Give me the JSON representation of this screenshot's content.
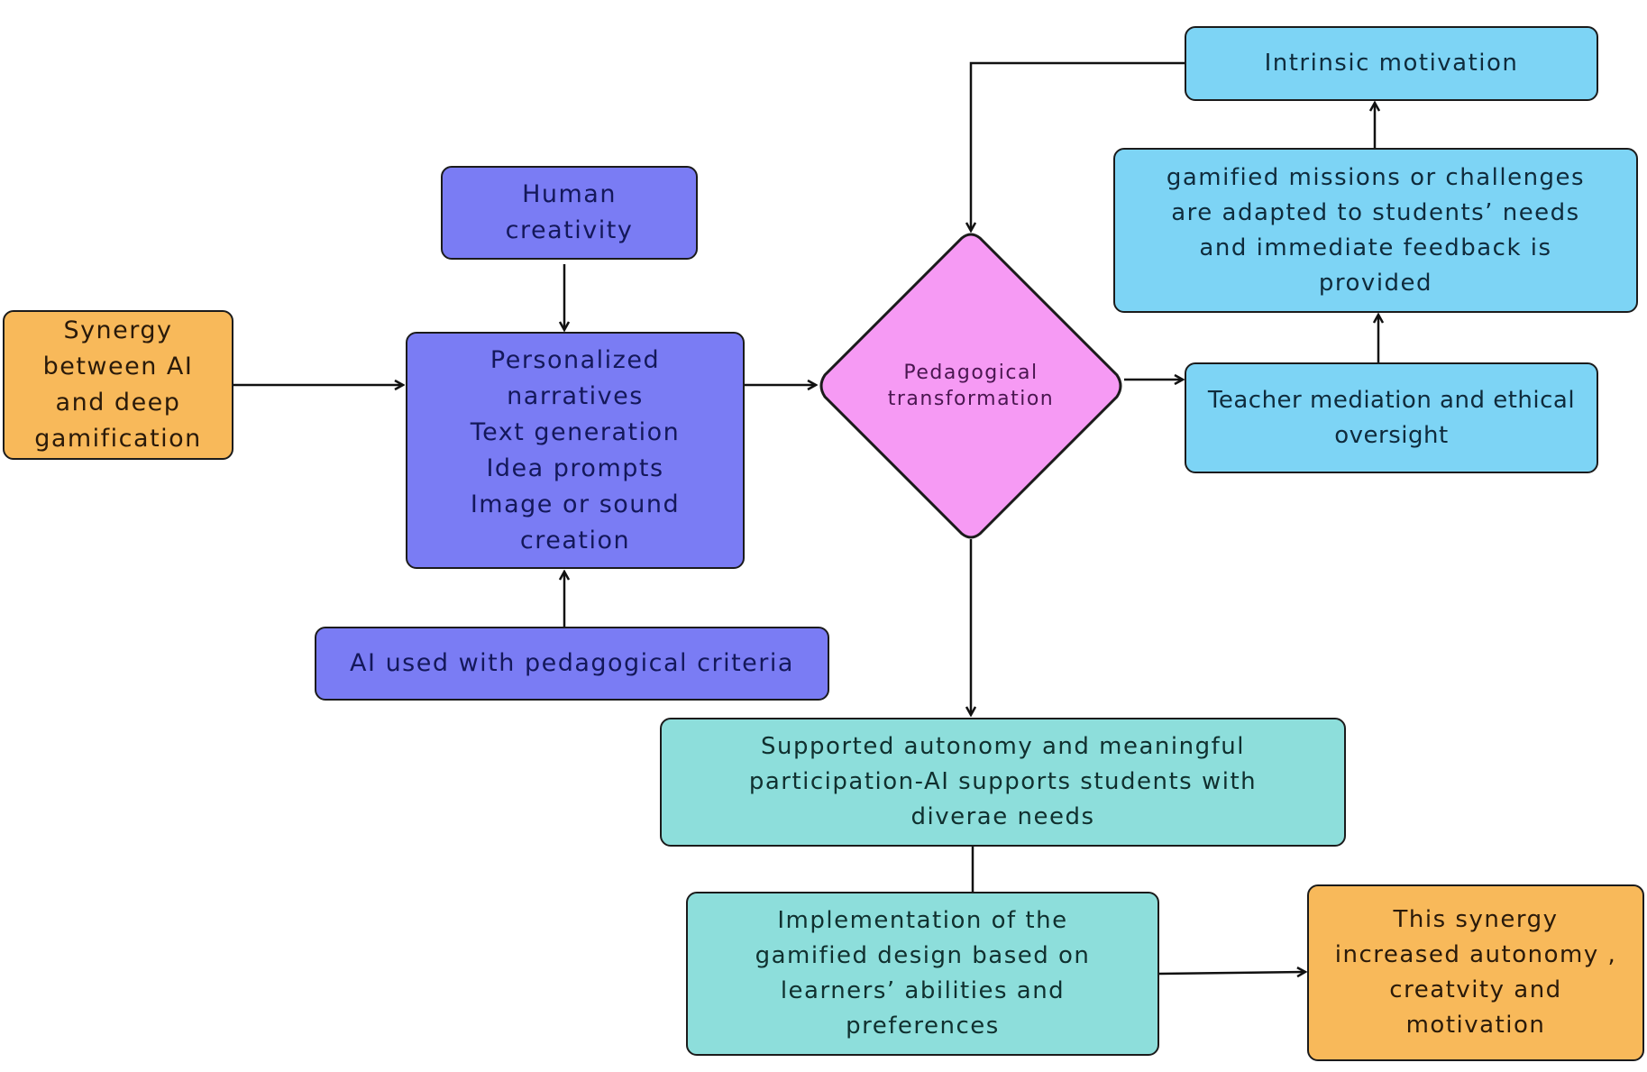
{
  "diagram": {
    "nodes": {
      "synergy_input": {
        "text": "Synergy\nbetween AI\nand deep\ngamification",
        "color": "#f8b95a"
      },
      "human_creativity": {
        "text": "Human\ncreativity",
        "color": "#7a7cf4"
      },
      "ai_outputs": {
        "text": "Personalized\nnarratives\nText generation\nIdea prompts\nImage or sound\ncreation",
        "color": "#7a7cf4"
      },
      "ai_criteria": {
        "text": "AI used with  pedagogical criteria",
        "color": "#7a7cf4"
      },
      "pedagogical_transformation": {
        "text": "Pedagogical\ntransformation",
        "color": "#f69af4"
      },
      "intrinsic_motivation": {
        "text": "Intrinsic motivation",
        "color": "#7dd4f5"
      },
      "gamified_missions": {
        "text": "gamified missions  or challenges\nare  adapted to students’ needs\nand immediate feedback is\nprovided",
        "color": "#7dd4f5"
      },
      "teacher_mediation": {
        "text": "Teacher mediation and ethical\noversight",
        "color": "#7dd4f5"
      },
      "supported_autonomy": {
        "text": "Supported autonomy and meaningful\nparticipation-AI  supports students with\ndiverae needs",
        "color": "#8ddedb"
      },
      "implementation": {
        "text": "Implementation of the\ngamified design based on\nlearners’ abilities and\npreferences",
        "color": "#8ddedb"
      },
      "outcome": {
        "text": "This synergy\nincreased autonomy ,\ncreatvity and\nmotivation",
        "color": "#f8b95a"
      }
    },
    "edges": [
      {
        "from": "synergy_input",
        "to": "ai_outputs"
      },
      {
        "from": "human_creativity",
        "to": "ai_outputs"
      },
      {
        "from": "ai_criteria",
        "to": "ai_outputs"
      },
      {
        "from": "ai_outputs",
        "to": "pedagogical_transformation"
      },
      {
        "from": "pedagogical_transformation",
        "to": "teacher_mediation"
      },
      {
        "from": "teacher_mediation",
        "to": "gamified_missions"
      },
      {
        "from": "gamified_missions",
        "to": "intrinsic_motivation"
      },
      {
        "from": "intrinsic_motivation",
        "to": "pedagogical_transformation"
      },
      {
        "from": "pedagogical_transformation",
        "to": "supported_autonomy"
      },
      {
        "from": "supported_autonomy",
        "to": "implementation"
      },
      {
        "from": "implementation",
        "to": "outcome"
      }
    ]
  }
}
